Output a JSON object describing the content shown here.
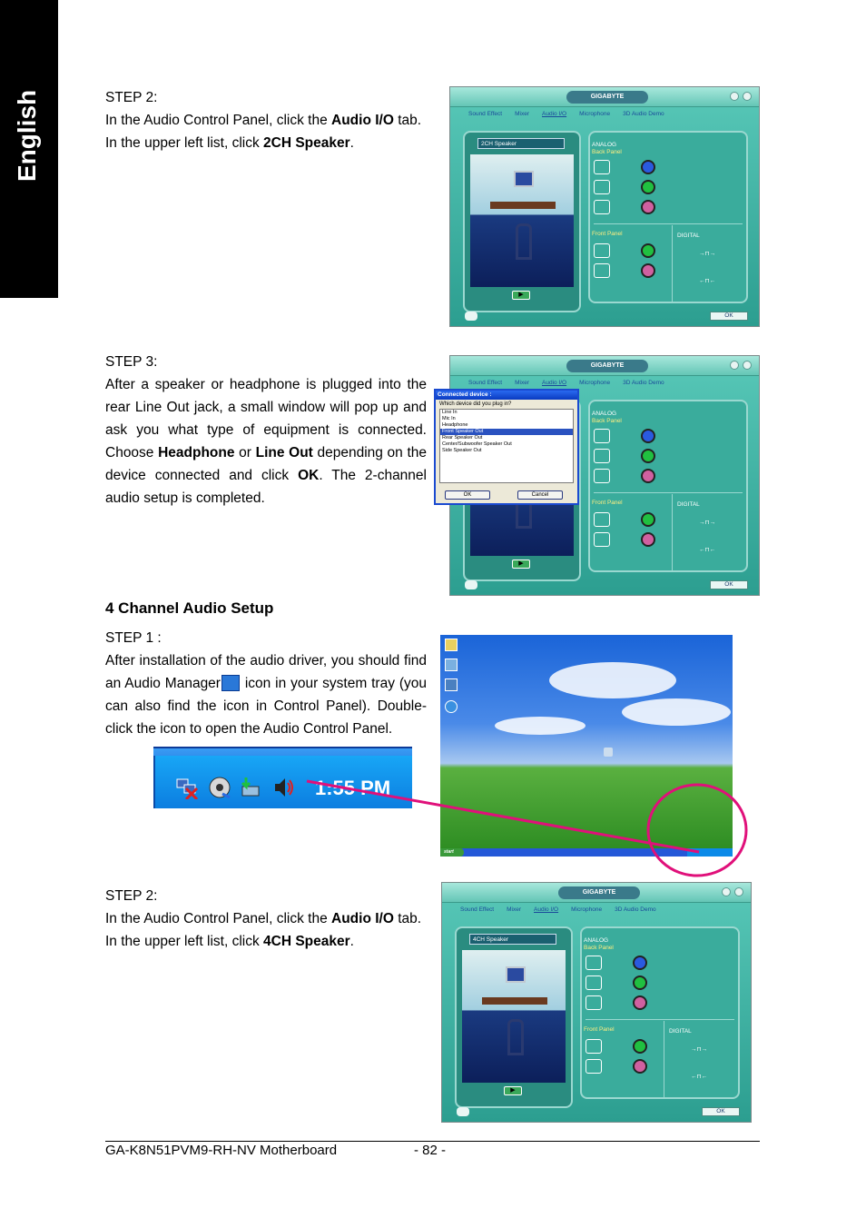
{
  "sidebar": {
    "label": "English"
  },
  "section1": {
    "step": "STEP 2:",
    "line1_pre": "In the Audio Control Panel, click the ",
    "line1_bold": "Audio I/O",
    "line1_post": " tab.",
    "line2_pre": "In the upper left list, click ",
    "line2_bold": "2CH Speaker",
    "line2_post": "."
  },
  "section2": {
    "step": "STEP 3:",
    "text_a": "After a speaker or headphone is plugged into the rear Line Out jack, a small window will pop up and ask you what type of equipment is connected. Choose ",
    "bold_a": "Headphone",
    "text_b": " or ",
    "bold_b": "Line Out",
    "text_c": " depending on the device connected and click ",
    "bold_c": "OK",
    "text_d": ". The 2-channel audio setup is completed."
  },
  "heading4ch": "4 Channel Audio Setup",
  "section3": {
    "step": "STEP 1 :",
    "text_a": "After installation of the audio driver, you should find an Audio Manager",
    "text_b": " icon in your system tray (you can also find the icon in Control Panel).  Double-click the icon to open the Audio Control Panel."
  },
  "section4": {
    "step": "STEP 2:",
    "line1_pre": "In the Audio Control Panel, click the ",
    "line1_bold": "Audio I/O",
    "line1_post": " tab.",
    "line2_pre": "In the upper left list, click ",
    "line2_bold": "4CH Speaker",
    "line2_post": "."
  },
  "panel": {
    "brand": "GIGABYTE",
    "tabs": [
      "Sound Effect",
      "Mixer",
      "Audio I/O",
      "Microphone",
      "3D Audio Demo"
    ],
    "analog": "ANALOG",
    "back_panel": "Back Panel",
    "front_panel": "Front Panel",
    "digital": "DIGITAL",
    "ok": "OK",
    "select_2ch": "2CH Speaker",
    "select_4ch": "4CH Speaker"
  },
  "popup": {
    "title": "Connected device :",
    "question": "Which device did you plug in?",
    "items": [
      "Line In",
      "Mic In",
      "Headphone",
      "Front Speaker Out",
      "Rear Speaker Out",
      "Center/Subwoofer Speaker Out",
      "Side Speaker Out"
    ],
    "selected_index": 3,
    "ok": "OK",
    "cancel": "Cancel"
  },
  "desktop": {
    "start": "start"
  },
  "tray": {
    "clock": "1:55 PM"
  },
  "annotation_color": "#e0107a",
  "footer": {
    "model": "GA-K8N51PVM9-RH-NV Motherboard",
    "page": "- 82 -"
  }
}
